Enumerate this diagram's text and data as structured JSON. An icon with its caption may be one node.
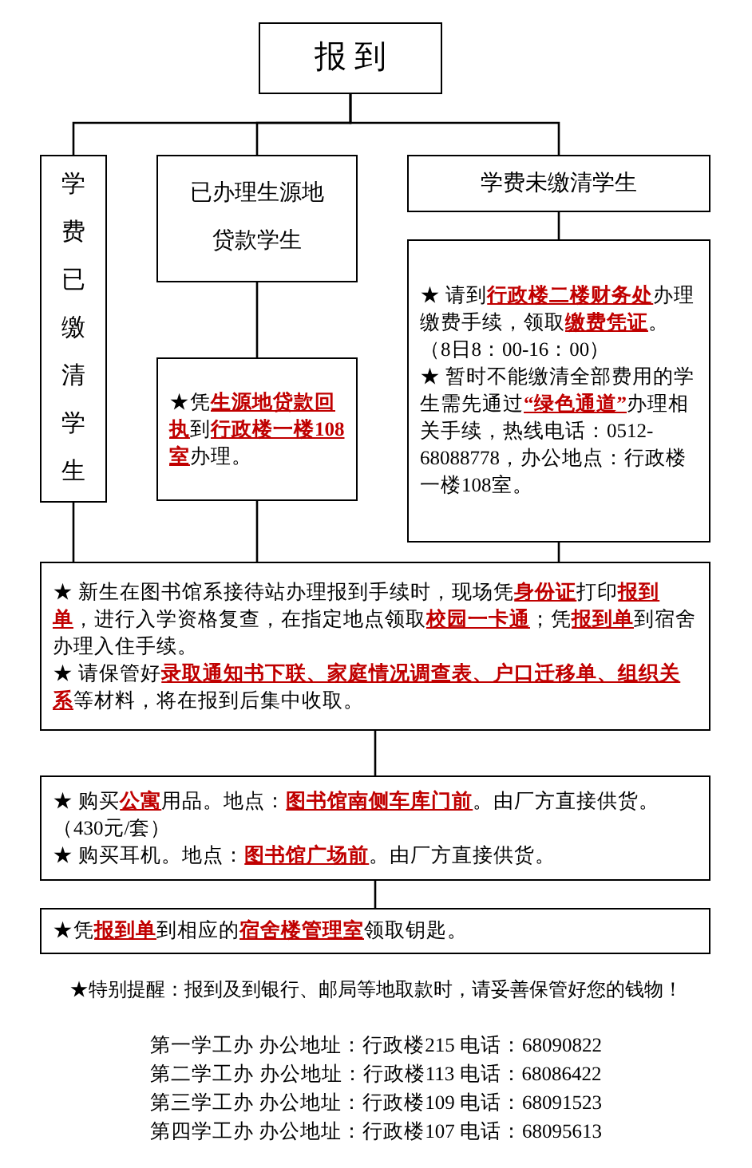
{
  "diagram": {
    "nodes": [
      {
        "text": [
          "报 到"
        ]
      },
      {
        "text": [
          "学费已缴清学生"
        ]
      },
      {
        "text": [
          "已办理生源地贷款学生"
        ]
      },
      {
        "text": [
          "学费未缴清学生"
        ]
      },
      {
        "text": [
          "★凭**生源地贷款回执**到**行政楼一楼108室**办理。"
        ]
      },
      {
        "text": [
          "★ 请到**行政楼二楼财务处**办理缴费手续，领取**缴费凭证**。（8日8：00-16：00）",
          "★ 暂时不能缴清全部费用的学生需先通过**“绿色通道”**办理相关手续，热线电话：0512-68088778，办公地点：行政楼一楼108室。"
        ]
      },
      {
        "text": [
          "★ 新生在图书馆系接待站办理报到手续时，现场凭**身份证**打印**报到单**，进行入学资格复查，在指定地点领取**校园一卡通**；凭**报到单**到宿舍办理入住手续。",
          "★ 请保管好**录取通知书下联、家庭情况调查表、户口迁移单、组织关系**等材料，将在报到后集中收取。"
        ]
      },
      {
        "text": [
          "★ 购买**公寓**用品。地点：**图书馆南侧车库门前**。由厂方直接供货。（430元/套）",
          "★ 购买耳机。地点：**图书馆广场前**。由厂方直接供货。"
        ]
      },
      {
        "text": [
          "★凭**报到单**到相应的**宿舍楼管理室**领取钥匙。"
        ]
      }
    ],
    "edges": [
      {
        "from": 0,
        "to": 1,
        "arrow": "none"
      },
      {
        "from": 0,
        "to": 2,
        "arrow": "none"
      },
      {
        "from": 0,
        "to": 3,
        "arrow": "none"
      },
      {
        "from": 2,
        "to": 4,
        "arrow": "none"
      },
      {
        "from": 3,
        "to": 5,
        "arrow": "none"
      },
      {
        "from": 1,
        "to": 6,
        "arrow": "none"
      },
      {
        "from": 4,
        "to": 6,
        "arrow": "none"
      },
      {
        "from": 5,
        "to": 6,
        "arrow": "none"
      },
      {
        "from": 6,
        "to": 7,
        "arrow": "none"
      },
      {
        "from": 7,
        "to": 8,
        "arrow": "none"
      }
    ],
    "labels": [
      "★特别提醒：报到及到银行、邮局等地取款时，请妥善保管好您的钱物！",
      "第一学工办 办公地址：行政楼215 电话：68090822",
      "第二学工办 办公地址：行政楼113 电话：68086422",
      "第三学工办 办公地址：行政楼109 电话：68091523",
      "第四学工办 办公地址：行政楼107 电话：68095613"
    ]
  }
}
